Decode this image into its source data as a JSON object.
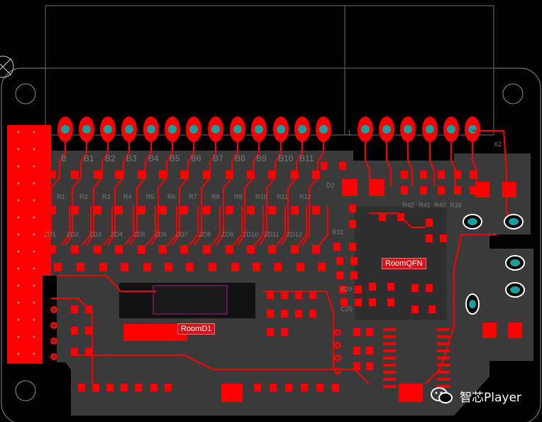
{
  "pcb": {
    "colors": {
      "background": "#000000",
      "board": "#3a3a3a",
      "copper": "#ff0000",
      "silk": "#7a7a7a",
      "pad_hole": "#18a0a0",
      "label_bg": "#d8121a",
      "outline": "#8a8a8a"
    },
    "labels_b": [
      "B",
      "B1",
      "B2",
      "B3",
      "B4",
      "B5",
      "B6",
      "B7",
      "B8",
      "B9",
      "B10",
      "B11"
    ],
    "labels_r": [
      "R1",
      "R2",
      "R3",
      "R4",
      "R5",
      "R6",
      "R7",
      "R8",
      "R9",
      "R10",
      "R11",
      "R12"
    ],
    "labels_zd": [
      "ZD1",
      "ZD2",
      "ZD3",
      "ZD4",
      "ZD5",
      "ZD6",
      "ZD7",
      "ZD8",
      "ZD9",
      "ZD10",
      "ZD11",
      "ZD12"
    ],
    "misc_labels": [
      "R42",
      "R41",
      "R40",
      "R39",
      "R31",
      "R29",
      "C25",
      "X2",
      "D2",
      "1"
    ],
    "rooms": [
      {
        "name": "RoomQFN"
      },
      {
        "name": "RoomD1"
      }
    ]
  },
  "watermark": {
    "text": "智芯Player",
    "icon": "wechat-icon"
  }
}
